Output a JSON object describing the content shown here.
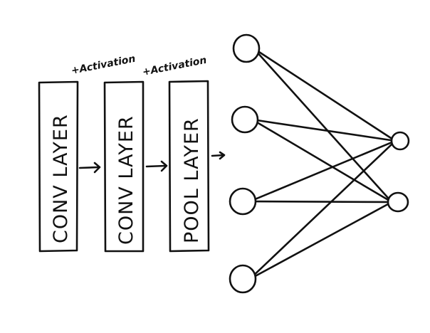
{
  "diagram": {
    "layers": [
      {
        "label": "CONV LAYER",
        "annotation": "+Activation"
      },
      {
        "label": "CONV LAYER",
        "annotation": "+Activation"
      },
      {
        "label": "POOL LAYER",
        "annotation": ""
      }
    ],
    "network": {
      "input_nodes": 4,
      "output_nodes": 2,
      "fully_connected": true
    },
    "colors": {
      "ink": "#111111",
      "background": "#ffffff"
    }
  }
}
